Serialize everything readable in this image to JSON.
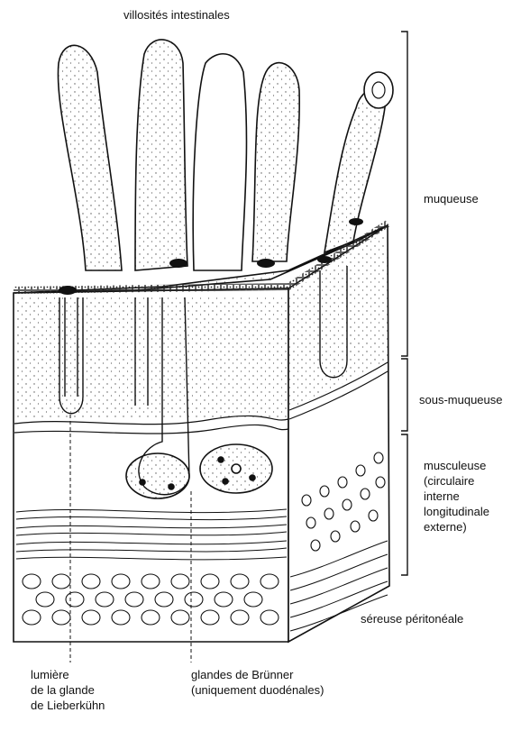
{
  "labels": {
    "villi": "villosités intestinales",
    "mucosa": "muqueuse",
    "submucosa": "sous-muqueuse",
    "muscularis": "musculeuse\n(circulaire\ninterne\nlongitudinale\nexterne)",
    "serosa": "séreuse péritonéale",
    "lumen": "lumière\nde la glande\nde Lieberkühn",
    "brunner": "glandes de Brünner\n(uniquement duodénales)"
  },
  "colors": {
    "ink": "#111111",
    "paper": "#ffffff",
    "stipple": "#555555"
  }
}
